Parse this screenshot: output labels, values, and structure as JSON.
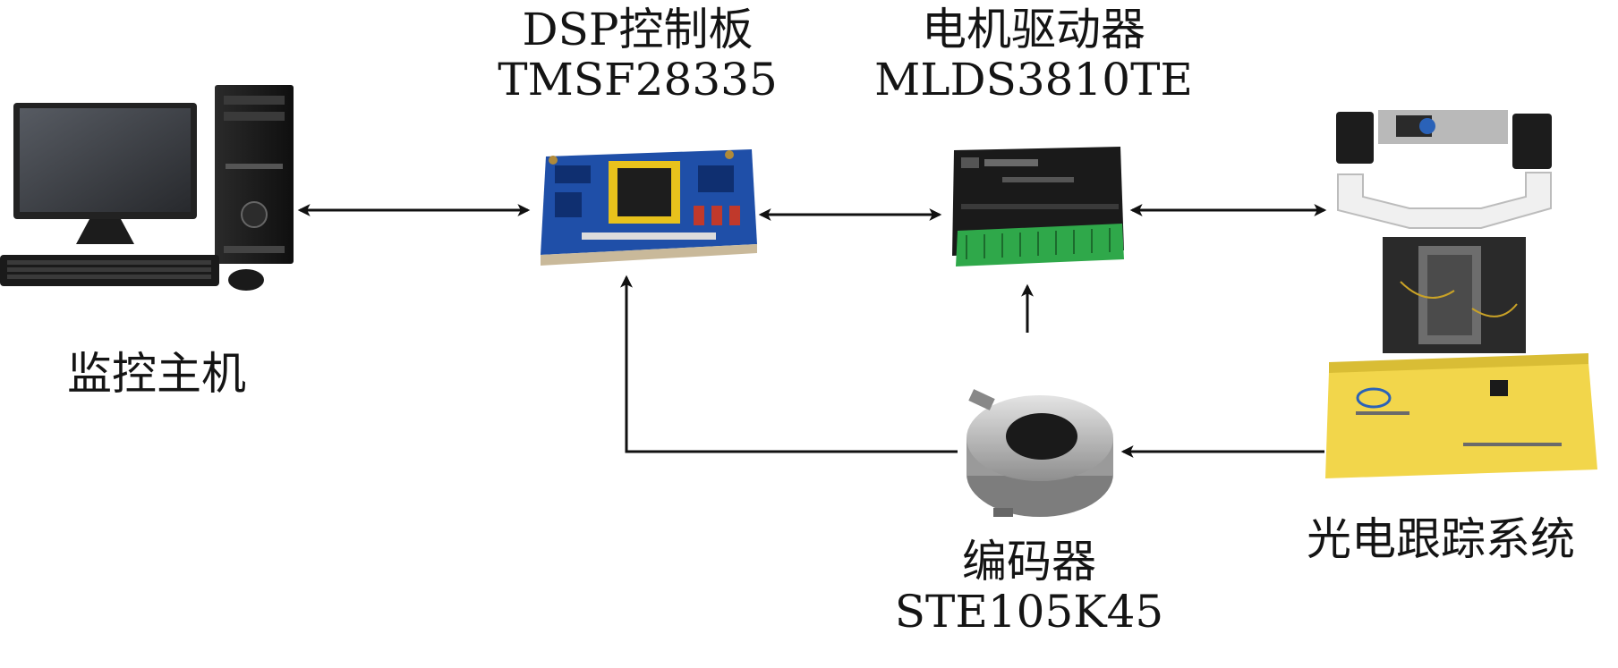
{
  "nodes": {
    "monitor_host": {
      "label": "监控主机"
    },
    "dsp_board": {
      "label_line1": "DSP控制板",
      "label_line2": "TMSF28335"
    },
    "motor_driver": {
      "label_line1": "电机驱动器",
      "label_line2": "MLDS3810TE"
    },
    "encoder": {
      "label_line1": "编码器",
      "label_line2": "STE105K45"
    },
    "tracking_system": {
      "label": "光电跟踪系统"
    }
  },
  "connections": [
    {
      "from": "monitor_host",
      "to": "dsp_board",
      "direction": "bidirectional"
    },
    {
      "from": "dsp_board",
      "to": "motor_driver",
      "direction": "bidirectional"
    },
    {
      "from": "motor_driver",
      "to": "tracking_system",
      "direction": "bidirectional"
    },
    {
      "from": "tracking_system",
      "to": "encoder",
      "direction": "forward"
    },
    {
      "from": "encoder",
      "to": "motor_driver",
      "direction": "forward"
    },
    {
      "from": "encoder",
      "to": "dsp_board",
      "direction": "forward"
    }
  ],
  "colors": {
    "arrow": "#111111",
    "board_blue": "#1f4fa8",
    "driver_black": "#1a1a1a",
    "terminal_green": "#2fa84a",
    "tracker_yellow": "#f2d64b"
  }
}
